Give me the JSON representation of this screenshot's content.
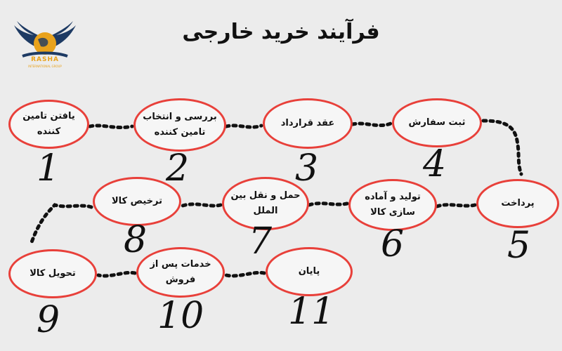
{
  "title": "فرآیند خرید خارجی",
  "logo": {
    "brand": "RASHA",
    "tagline": "INTERNATIONAL GROUP"
  },
  "steps": [
    {
      "label": "یافتن تامین کننده",
      "number": "1"
    },
    {
      "label": "بررسی و انتخاب تامین کننده",
      "number": "2"
    },
    {
      "label": "عقد قرارداد",
      "number": "3"
    },
    {
      "label": "ثبت سفارش",
      "number": "4"
    },
    {
      "label": "پرداخت",
      "number": "5"
    },
    {
      "label": "تولید و آماده سازی کالا",
      "number": "6"
    },
    {
      "label": "حمل و نقل بین الملل",
      "number": "7"
    },
    {
      "label": "ترخیص کالا",
      "number": "8"
    },
    {
      "label": "تحویل کالا",
      "number": "9"
    },
    {
      "label": "خدمات پس از فروش",
      "number": "10"
    },
    {
      "label": "پایان",
      "number": "11"
    }
  ],
  "colors": {
    "accent": "#e8403a",
    "background": "#ececec",
    "text": "#111111",
    "logo": "#1d3a63",
    "logo_gold": "#e8a21c"
  }
}
